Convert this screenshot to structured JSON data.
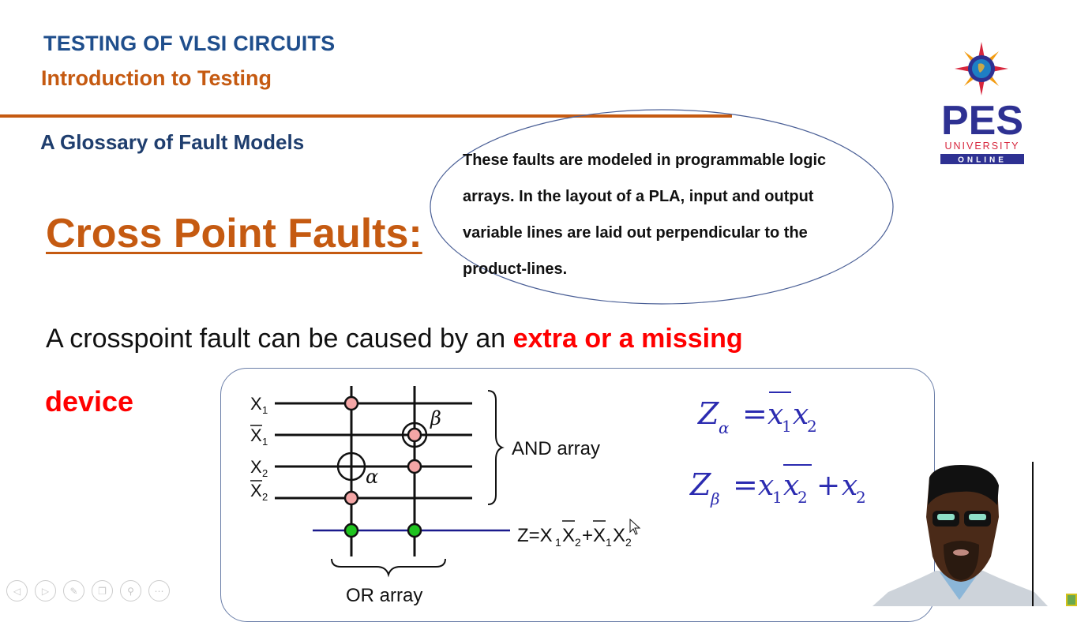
{
  "header": {
    "course_title": "TESTING OF VLSI CIRCUITS",
    "course_subtitle": "Introduction to Testing",
    "section_title": "A Glossary of Fault Models"
  },
  "logo": {
    "name": "PES",
    "line2": "UNIVERSITY",
    "line3": "ONLINE",
    "colors": {
      "navy": "#2e3192",
      "red": "#d7263d",
      "orange": "#f39c12"
    }
  },
  "slide": {
    "topic_title": "Cross Point Faults:",
    "bubble_text": "These faults are modeled in programmable logic arrays. In the layout of a PLA, input and output variable lines are laid out perpendicular to the product-lines.",
    "statement_prefix": "A crosspoint fault can be caused by an ",
    "statement_highlight": "extra or a missing",
    "statement_highlight2": "device"
  },
  "diagram": {
    "inputs": [
      "X1",
      "X̄1",
      "X2",
      "X̄2"
    ],
    "and_array_label": "AND array",
    "or_array_label": "OR array",
    "output_expression": "Z=X1X̄2+X̄1X2",
    "fault_labels": {
      "alpha": "α",
      "beta": "β"
    },
    "equations": [
      {
        "lhs": "Z",
        "sub": "α",
        "rhs": "x̄1x2"
      },
      {
        "lhs": "Z",
        "sub": "β",
        "rhs": "x1x̄2 + x2"
      }
    ],
    "colors": {
      "and_dot": "#f4a6a6",
      "or_dot": "#1fc41f",
      "output_line": "#1a1a8c",
      "equation": "#2b2bb0"
    }
  },
  "player": {
    "controls": [
      "previous",
      "next",
      "pen",
      "slides",
      "zoom",
      "more"
    ]
  }
}
